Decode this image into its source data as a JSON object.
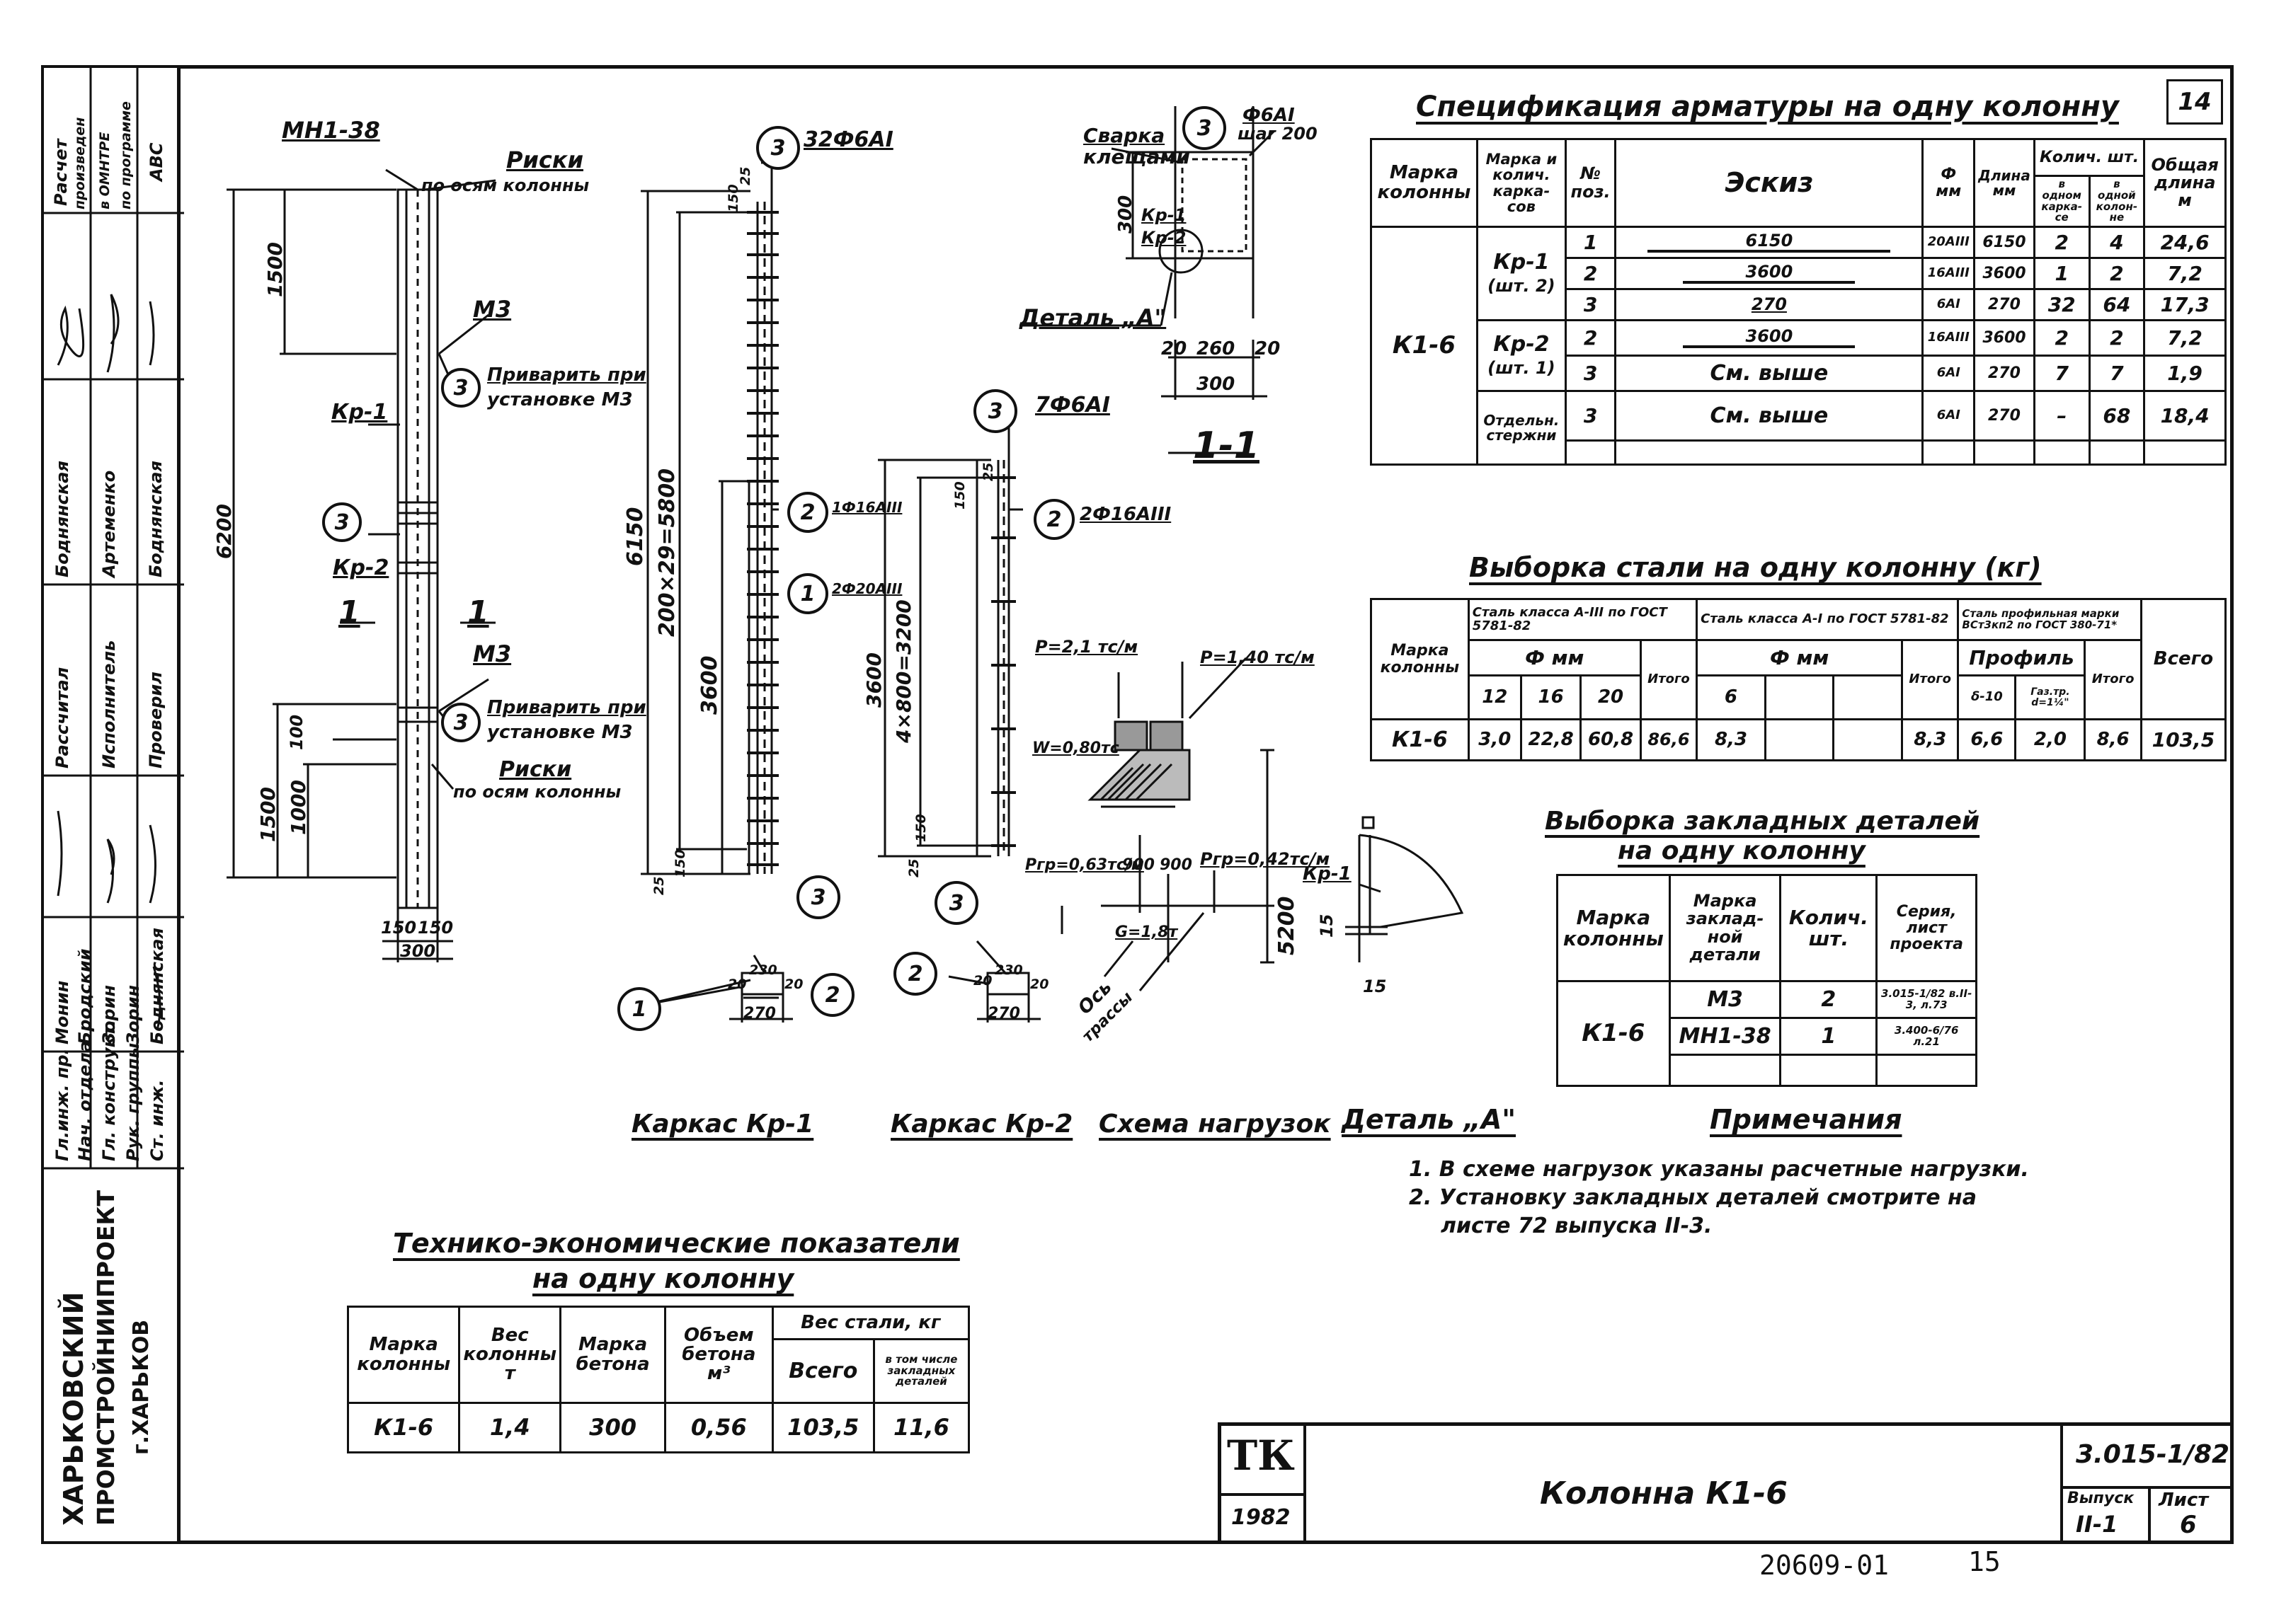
{
  "sheet_number": "14",
  "side_stamp": {
    "top_box": [
      "Расчет",
      "произведен",
      "в ОМНТРЕ",
      "по программе",
      "ABC"
    ],
    "roles_col": [
      "Рассчитал",
      "Исполнитель",
      "Проверил"
    ],
    "roles_sign": [
      "Боднянская",
      "Артеменко",
      "Боднянская"
    ],
    "staff_titles": [
      "Гл.инж. пр.",
      "Нач. отдела",
      "Гл. конструкт.",
      "Рук. группы",
      "Ст. инж."
    ],
    "staff_names": [
      "Монин",
      "Бродский",
      "Зорин",
      "Зорин",
      "Боднянская"
    ],
    "org": [
      "ХАРЬКОВСКИЙ",
      "ПРОМСТРОЙНИИПРОЕКТ",
      "г.ХАРЬКОВ"
    ]
  },
  "drawings": {
    "column": {
      "mark_top": "МН1-38",
      "riski_top": "Риски",
      "riski_top_sub": "по осям колонны",
      "m3_top": "М3",
      "weld_top": "Приварить при",
      "weld_top_sub": "установке М3",
      "kp1": "Кр-1",
      "kp2": "Кр-2",
      "m3_bot": "М3",
      "weld_bot": "Приварить при",
      "weld_bot_sub": "установке М3",
      "riski_bot": "Риски",
      "riski_bot_sub": "по осям колонны",
      "dim_6200": "6200",
      "dim_1500_top": "1500",
      "dim_1500_bot": "1500",
      "dim_1000": "1000",
      "dim_100": "100",
      "dim_150a": "150",
      "dim_150b": "150",
      "dim_300": "300",
      "section_mark": "1",
      "pos3": "3"
    },
    "kr1": {
      "callout": "32Ф6АI",
      "dim_6150": "6150",
      "dim_5800": "200×29=5800",
      "dim_3600": "3600",
      "dim_150_top": "150",
      "dim_150_bot": "150",
      "dim_25a": "25",
      "dim_25b": "25",
      "bar2": "1Ф16АIII",
      "bar1": "2Ф20АIII",
      "sec_dims": [
        "20",
        "230",
        "20",
        "270"
      ],
      "caption": "Каркас Кр-1"
    },
    "kr2": {
      "callout": "7Ф6АI",
      "bar2": "2Ф16АIII",
      "dim_3200": "4×800=3200",
      "dim_3600": "3600",
      "dim_150_top": "150",
      "dim_150_bot": "150",
      "dim_25a": "25",
      "dim_25b": "25",
      "sec_dims": [
        "20",
        "230",
        "20",
        "270"
      ],
      "caption": "Каркас Кр-2"
    },
    "section11": {
      "weld": "Сварка",
      "weld_sub": "клещами",
      "bar_note": "Ф6АI",
      "bar_note_sub": "шаг 200",
      "kp1": "Кр-1",
      "kp2": "Кр-2",
      "detail": "Деталь „А\"",
      "dim_300v": "300",
      "dims_h": [
        "20",
        "260",
        "20"
      ],
      "dim_300h": "300",
      "title": "1-1"
    },
    "loads": {
      "p1": "P=2,1 тс/м",
      "p2": "P=1,40 тс/м",
      "w": "W=0,80тс",
      "pgr1": "Pгр=0,63тс/м",
      "pgr2": "Pгр=0,42тс/м",
      "dims": [
        "900",
        "900"
      ],
      "dim_5200": "5200",
      "g": "G=1,8т",
      "axis": "Ось",
      "axis_sub": "трассы",
      "caption": "Схема нагрузок"
    },
    "detailA": {
      "kp1": "Кр-1",
      "dim_15a": "15",
      "dim_15b": "15",
      "caption": "Деталь „А\""
    }
  },
  "spec": {
    "title": "Спецификация арматуры на одну колонну",
    "headers": [
      "Марка колонны",
      "Марка и колич. карка-сов",
      "№ поз.",
      "Эскиз",
      "Ф мм",
      "Длина мм",
      "Колич. шт.",
      "в одном карка-се",
      "в одной колон-не",
      "Общая длина м"
    ],
    "column_mark": "К1-6",
    "groups": [
      {
        "name": "Кр-1",
        "count": "(шт. 2)",
        "rows": [
          {
            "pos": "1",
            "sketch": "6150",
            "d": "20АIII",
            "len": "6150",
            "n1": "2",
            "n2": "4",
            "total": "24,6"
          },
          {
            "pos": "2",
            "sketch": "3600",
            "d": "16АIII",
            "len": "3600",
            "n1": "1",
            "n2": "2",
            "total": "7,2"
          },
          {
            "pos": "3",
            "sketch": "270",
            "d": "6АI",
            "len": "270",
            "n1": "32",
            "n2": "64",
            "total": "17,3"
          }
        ]
      },
      {
        "name": "Кр-2",
        "count": "(шт. 1)",
        "rows": [
          {
            "pos": "2",
            "sketch": "3600",
            "d": "16АIII",
            "len": "3600",
            "n1": "2",
            "n2": "2",
            "total": "7,2"
          },
          {
            "pos": "3",
            "sketch": "См. выше",
            "d": "6АI",
            "len": "270",
            "n1": "7",
            "n2": "7",
            "total": "1,9"
          }
        ]
      },
      {
        "name": "Отдельн. стержни",
        "count": "",
        "rows": [
          {
            "pos": "3",
            "sketch": "См. выше",
            "d": "6АI",
            "len": "270",
            "n1": "–",
            "n2": "68",
            "total": "18,4"
          }
        ]
      }
    ]
  },
  "steel": {
    "title": "Выборка стали на одну колонну (кг)",
    "h_mark": "Марка колонны",
    "h_a3": "Сталь класса А-III по ГОСТ 5781-82",
    "h_a1": "Сталь класса А-I по ГОСТ 5781-82",
    "h_prof": "Сталь профильная марки ВСт3кп2 по ГОСТ 380-71*",
    "h_phi": "Ф мм",
    "h_phi2": "Ф мм",
    "h_profile": "Профиль",
    "h_itogo": "Итого",
    "h_vsego": "Всего",
    "sub_a3": [
      "12",
      "16",
      "20"
    ],
    "sub_a1": [
      "6"
    ],
    "sub_prof": [
      "δ-10",
      "Газ.тр. d=1¼\""
    ],
    "row": {
      "mark": "К1-6",
      "a3": [
        "3,0",
        "22,8",
        "60,8"
      ],
      "a3_total": "86,6",
      "a1": [
        "8,3"
      ],
      "a1_total": "8,3",
      "prof": [
        "6,6",
        "2,0"
      ],
      "prof_total": "8,6",
      "total": "103,5"
    }
  },
  "embedded": {
    "title1": "Выборка закладных деталей",
    "title2": "на одну колонну",
    "headers": [
      "Марка колонны",
      "Марка заклад-ной детали",
      "Колич. шт.",
      "Серия, лист проекта"
    ],
    "mark": "К1-6",
    "rows": [
      {
        "part": "М3",
        "qty": "2",
        "ref": "3.015-1/82 в.II-3, л.73"
      },
      {
        "part": "МН1-38",
        "qty": "1",
        "ref": "3.400-6/76 л.21"
      }
    ]
  },
  "notes": {
    "title": "Примечания",
    "items": [
      "1. В схеме нагрузок указаны расчетные нагрузки.",
      "2. Установку закладных деталей смотрите на",
      "листе 72 выпуска II-3."
    ]
  },
  "tech": {
    "title1": "Технико-экономические показатели",
    "title2": "на одну колонну",
    "headers": [
      "Марка колонны",
      "Вес колонны т",
      "Марка бетона",
      "Объем бетона м³",
      "Вес стали, кг",
      "Всего",
      "в том числе закладных деталей"
    ],
    "row": [
      "К1-6",
      "1,4",
      "300",
      "0,56",
      "103,5",
      "11,6"
    ]
  },
  "title_block": {
    "logo": "ТК",
    "year": "1982",
    "name": "Колонна К1-6",
    "code": "3.015-1/82",
    "issue_label": "Выпуск",
    "issue": "II-1",
    "sheet_label": "Лист",
    "sheet": "6"
  },
  "footer": {
    "archive": "20609-01",
    "page": "15"
  }
}
